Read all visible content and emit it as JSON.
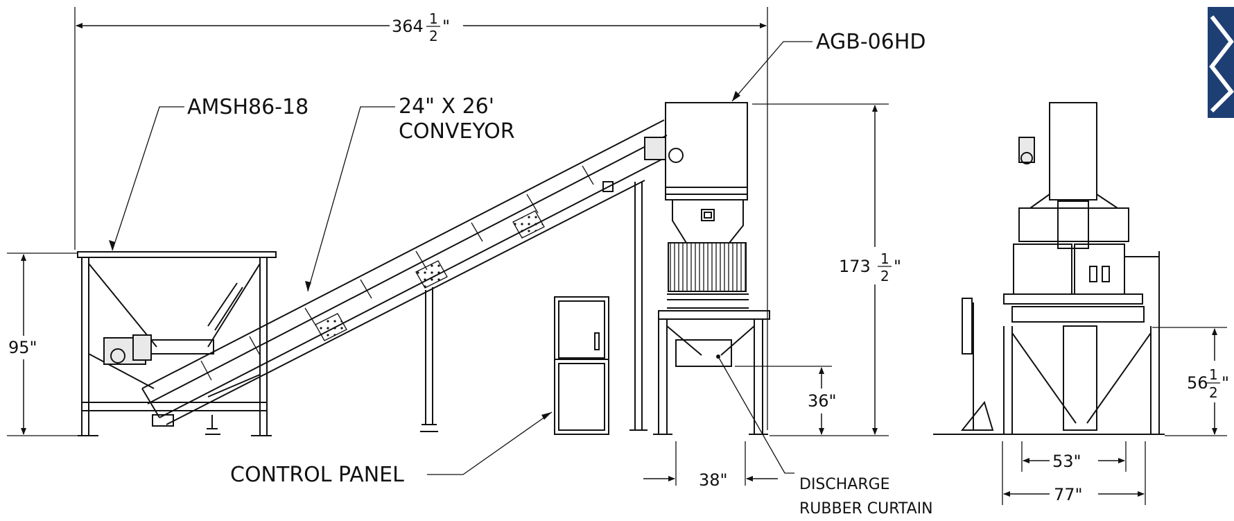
{
  "labels": {
    "hopper": "AMSH86-18",
    "conveyor_line1": "24\" X 26'",
    "conveyor_line2": "CONVEYOR",
    "shredder": "AGB-06HD",
    "control_panel": "CONTROL PANEL",
    "curtain_line1": "DISCHARGE",
    "curtain_line2": "RUBBER CURTAIN"
  },
  "dimensions": {
    "overall_length": {
      "whole": "364",
      "num": "1",
      "den": "2",
      "unit": "\""
    },
    "overall_height": {
      "whole": "173",
      "num": "1",
      "den": "2",
      "unit": "\""
    },
    "hopper_height": "95\"",
    "discharge_height": "36\"",
    "discharge_width": "38\"",
    "end_view_height": {
      "whole": "56",
      "num": "1",
      "den": "2",
      "unit": "\""
    },
    "end_inner_width": "53\"",
    "end_outer_width": "77\""
  },
  "colors": {
    "line": "#111111",
    "background": "#ffffff",
    "shade": "#e9e9e9"
  }
}
